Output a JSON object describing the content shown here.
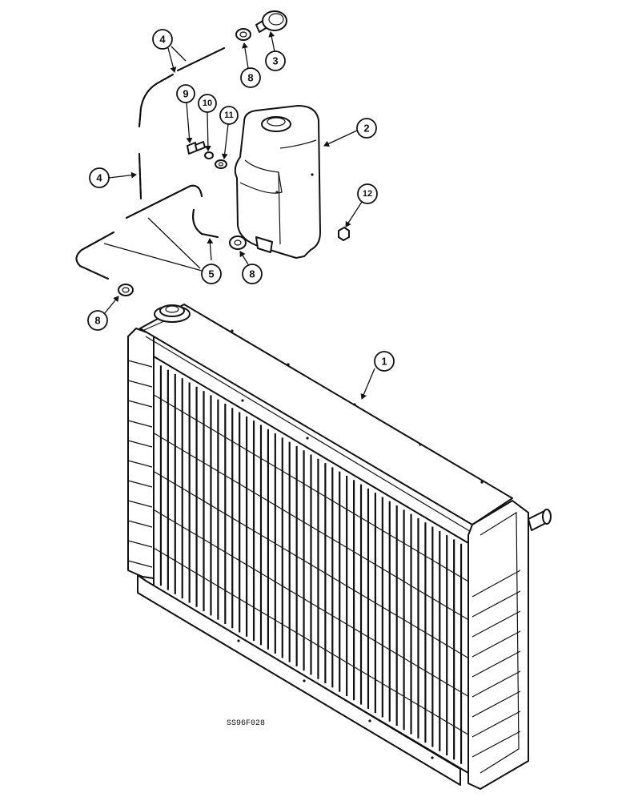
{
  "figure_ref": "SS96F028",
  "callouts": [
    {
      "label": "1"
    },
    {
      "label": "2"
    },
    {
      "label": "3"
    },
    {
      "label": "4"
    },
    {
      "label": "4"
    },
    {
      "label": "5"
    },
    {
      "label": "8"
    },
    {
      "label": "8"
    },
    {
      "label": "8"
    },
    {
      "label": "9"
    },
    {
      "label": "10"
    },
    {
      "label": "11"
    },
    {
      "label": "12"
    }
  ]
}
